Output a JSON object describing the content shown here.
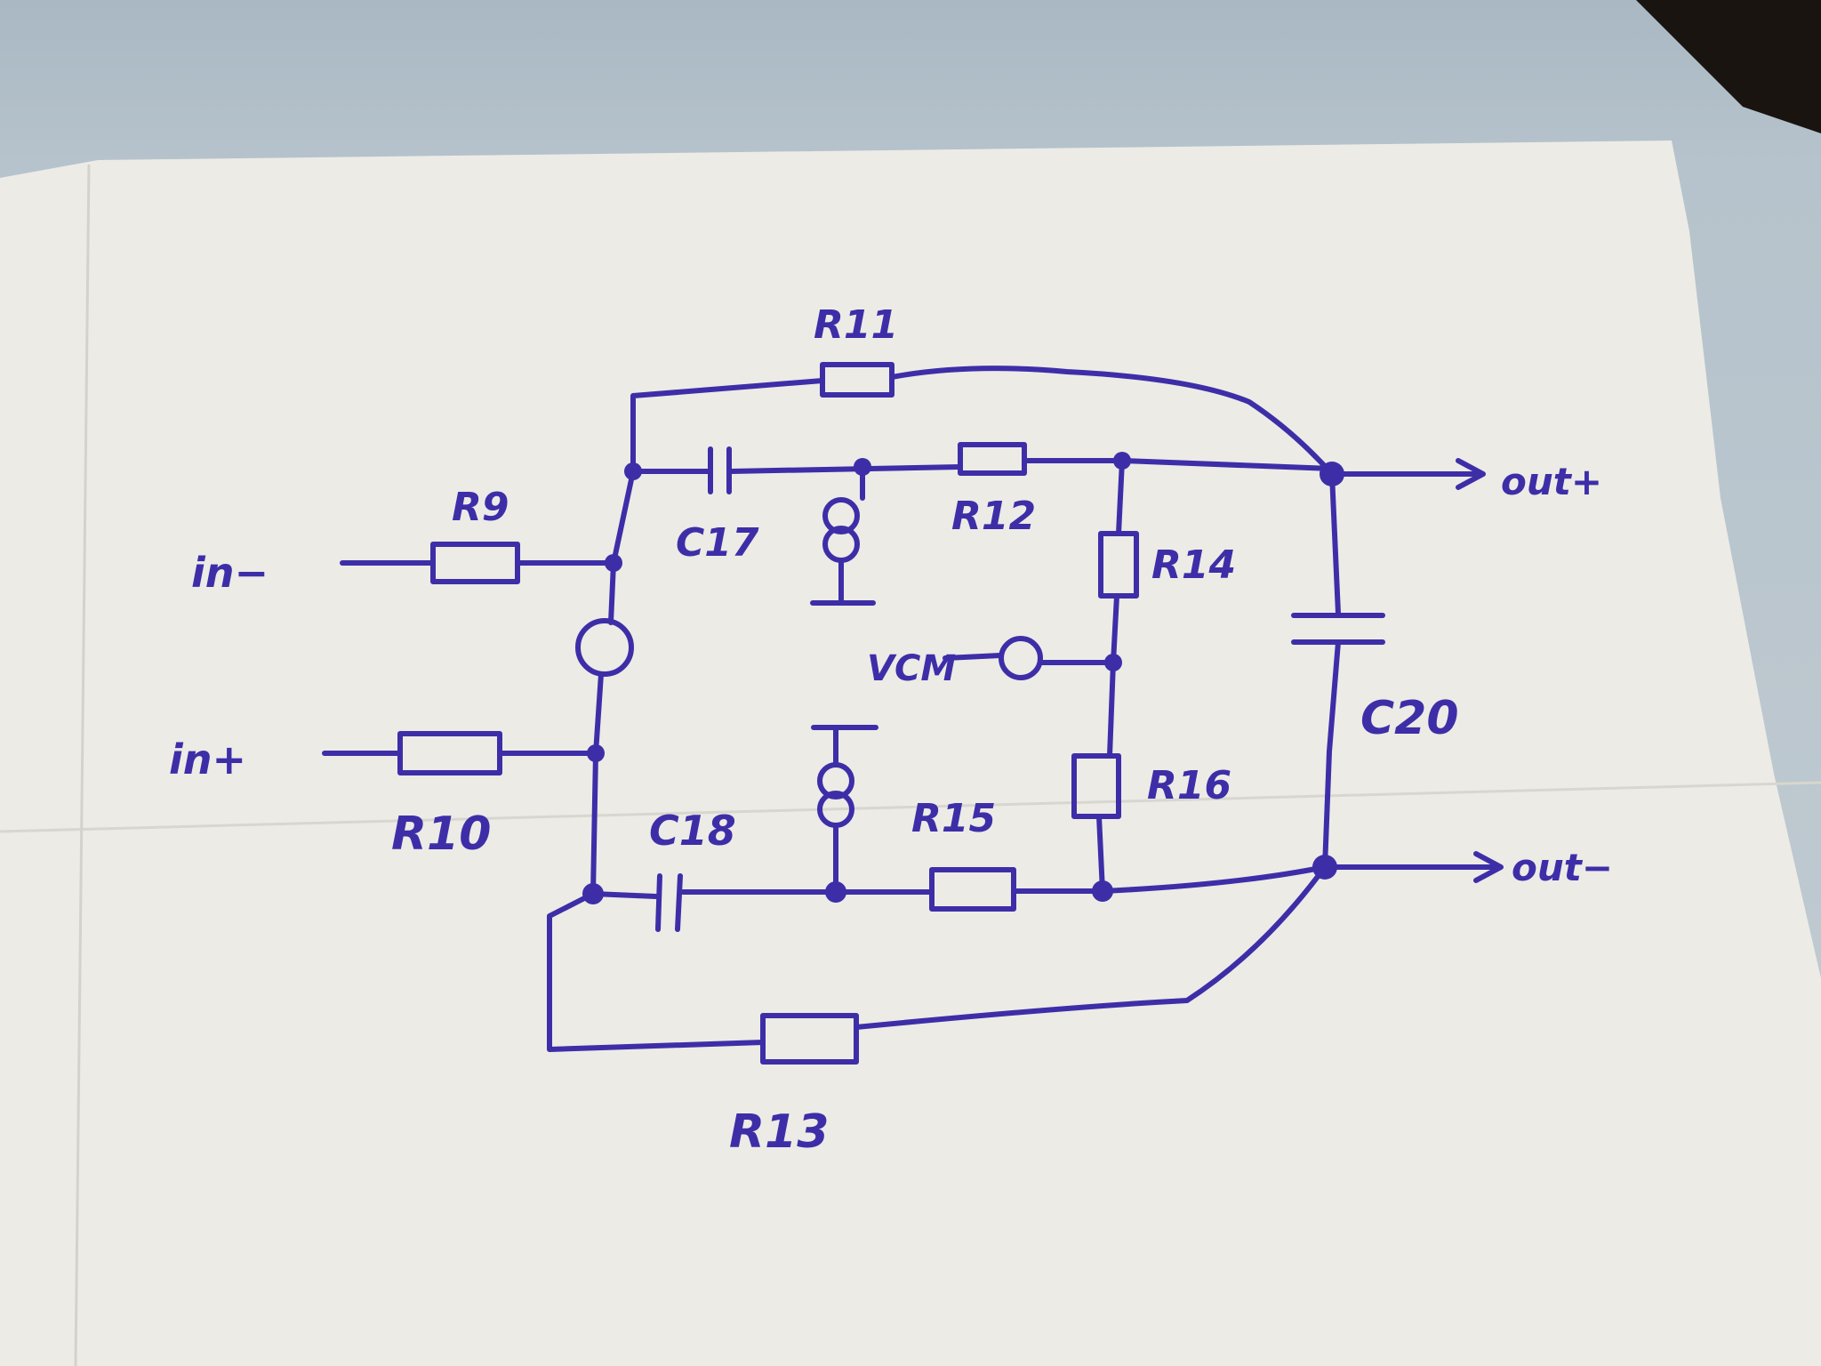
{
  "diagram": {
    "labels": {
      "in_minus": "in−",
      "in_plus": "in+",
      "out_plus": "out+",
      "out_minus": "out−",
      "r9": "R9",
      "r10": "R10",
      "r11": "R11",
      "r12": "R12",
      "r13": "R13",
      "r14": "R14",
      "r15": "R15",
      "r16": "R16",
      "c17": "C17",
      "c18": "C18",
      "c20": "C20",
      "vcm": "VCM"
    },
    "ink_color": "#3d2ea8",
    "paper_color": "#ecebe6"
  }
}
